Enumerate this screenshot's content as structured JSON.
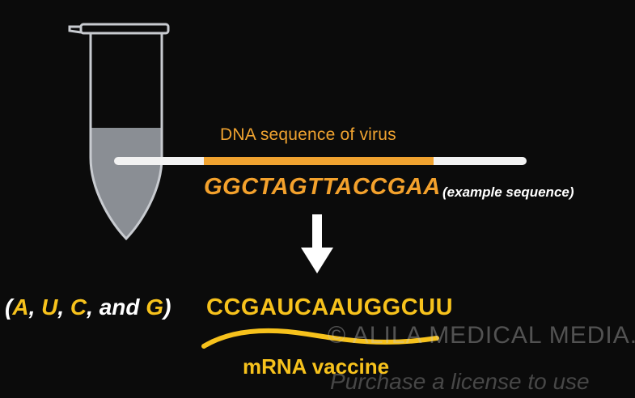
{
  "labels": {
    "dna_label": "DNA sequence of virus",
    "dna_sequence": "GGCTAGTTACCGAA",
    "example_note": "(example sequence)",
    "bases_open": "(",
    "bases_a": "A",
    "bases_sep1": ", ",
    "bases_u": "U",
    "bases_sep2": ", ",
    "bases_c": "C",
    "bases_and": ", and ",
    "bases_g": "G",
    "bases_close": ")",
    "mrna_sequence": "CCGAUCAAUGGCUU",
    "mrna_vaccine": "mRNA vaccine"
  },
  "watermark": {
    "line1": "© ALILA MEDICAL MEDIA. All righ",
    "line2": "Purchase a license to use"
  },
  "colors": {
    "background": "#0b0b0b",
    "dna_orange": "#f0a330",
    "mrna_yellow": "#f7c21c",
    "strand_white": "#f2f2f2"
  }
}
